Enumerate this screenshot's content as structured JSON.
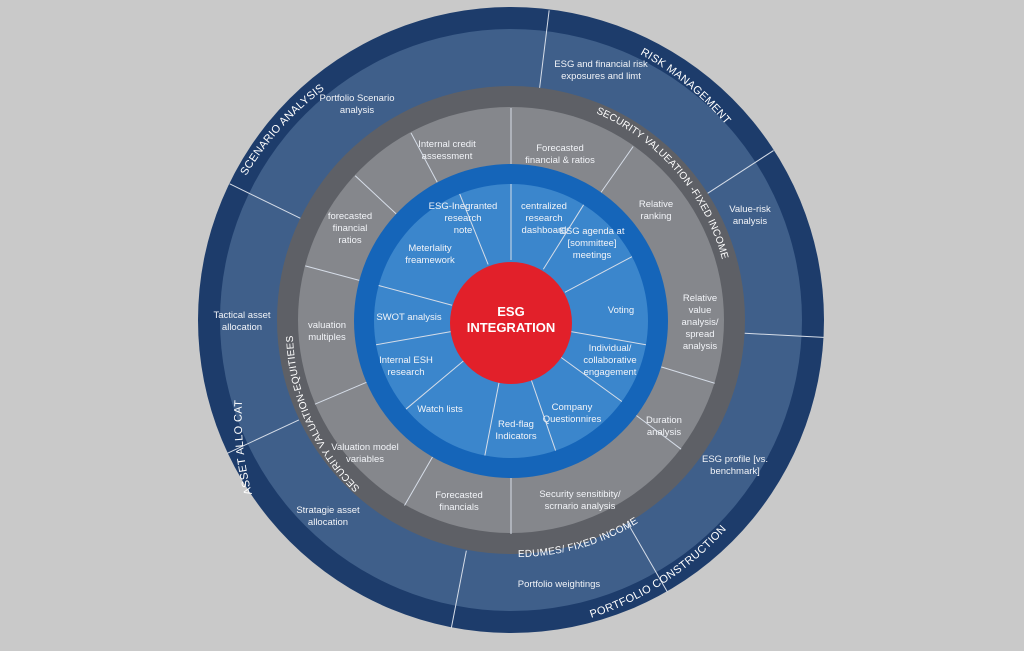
{
  "colors": {
    "background": "#c9c9c9",
    "outer_ring": "#1d3c6b",
    "outer_band": "#3f5f8a",
    "gray_ring": "#5e6066",
    "gray_band": "#85878c",
    "blue_ring": "#1565b9",
    "blue_band": "#3b86cc",
    "center": "#e2202a"
  },
  "center": {
    "line1": "ESG",
    "line2": "INTEGRATION"
  },
  "outer_ring_labels": {
    "scenario": "SCENARIO ANALYSIS",
    "risk": "RISK MANAGEMENT",
    "portfolio": "PORTFOLIO CONSTRUCTION",
    "asset": "ASSET ALLO CATIN"
  },
  "gray_ring_labels": {
    "fixed_income": "SECURITY VALUEATION -FIXED INCOME",
    "equities": "SECURITY VALUATION-EQUITIEES",
    "both": "EDUMES/ FIXED INCOME"
  },
  "outer_items": [
    [
      "Portfolio Scenario",
      "analysis"
    ],
    [
      "ESG and financial risk",
      "exposures and limt"
    ],
    [
      "Value-risk",
      "analysis"
    ],
    [
      "ESG profile [vs.",
      "benchmark]"
    ],
    [
      "Portfolio weightings"
    ],
    [
      "Stratagie asset",
      "allocation"
    ],
    [
      "Tactical asset",
      "allocation"
    ]
  ],
  "middle_items": [
    [
      "Internal credit",
      "assessment"
    ],
    [
      "Forecasted",
      "financial & ratios"
    ],
    [
      "Relative",
      "ranking"
    ],
    [
      "Relative",
      "value",
      "analysis/",
      "spread",
      "analysis"
    ],
    [
      "Duration",
      "analysis"
    ],
    [
      "Security sensitibity/",
      "scrnario analysis"
    ],
    [
      "Forecasted",
      "financials"
    ],
    [
      "Valuation model",
      "variables"
    ],
    [
      "valuation",
      "multiples"
    ],
    [
      "forecasted",
      "financial",
      "ratios"
    ]
  ],
  "inner_items": [
    [
      "ESG-Inegranted",
      "research",
      "note"
    ],
    [
      "centralized",
      "research",
      "dashboard"
    ],
    [
      "ESG agenda at",
      "[sommittee]",
      "meetings"
    ],
    [
      "Voting"
    ],
    [
      "Individual/",
      "collaborative",
      "engagement"
    ],
    [
      "Company",
      "Questionnires"
    ],
    [
      "Red-flag",
      "Indicators"
    ],
    [
      "Watch lists"
    ],
    [
      "Internal ESH",
      "research"
    ],
    [
      "SWOT analysis"
    ],
    [
      "Meterlality",
      "freamework"
    ]
  ]
}
